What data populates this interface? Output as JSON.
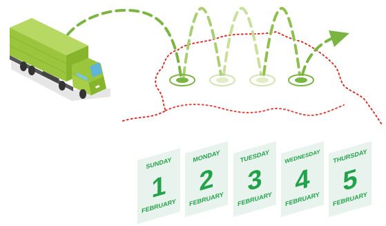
{
  "calendar": [
    {
      "weekday": "SUNDAY",
      "day": "1",
      "month": "FEBRUARY"
    },
    {
      "weekday": "MONDAY",
      "day": "2",
      "month": "FEBRUARY"
    },
    {
      "weekday": "TUESDAY",
      "day": "3",
      "month": "FEBRUARY"
    },
    {
      "weekday": "WEDNESDAY",
      "day": "4",
      "month": "FEBRUARY"
    },
    {
      "weekday": "THURSDAY",
      "day": "5",
      "month": "FEBRUARY"
    }
  ],
  "colors": {
    "green": "#22a24a",
    "route_green": "#7ab542",
    "route_faded": "#c9df9a",
    "border_red": "#d9342b",
    "card_face": "#e9f3ee",
    "truck_body": "#9bc53d",
    "truck_cab": "#86b52c"
  },
  "icons": [
    "truck-icon",
    "dashed-route-arrow",
    "location-pin-icon",
    "territory-border"
  ]
}
